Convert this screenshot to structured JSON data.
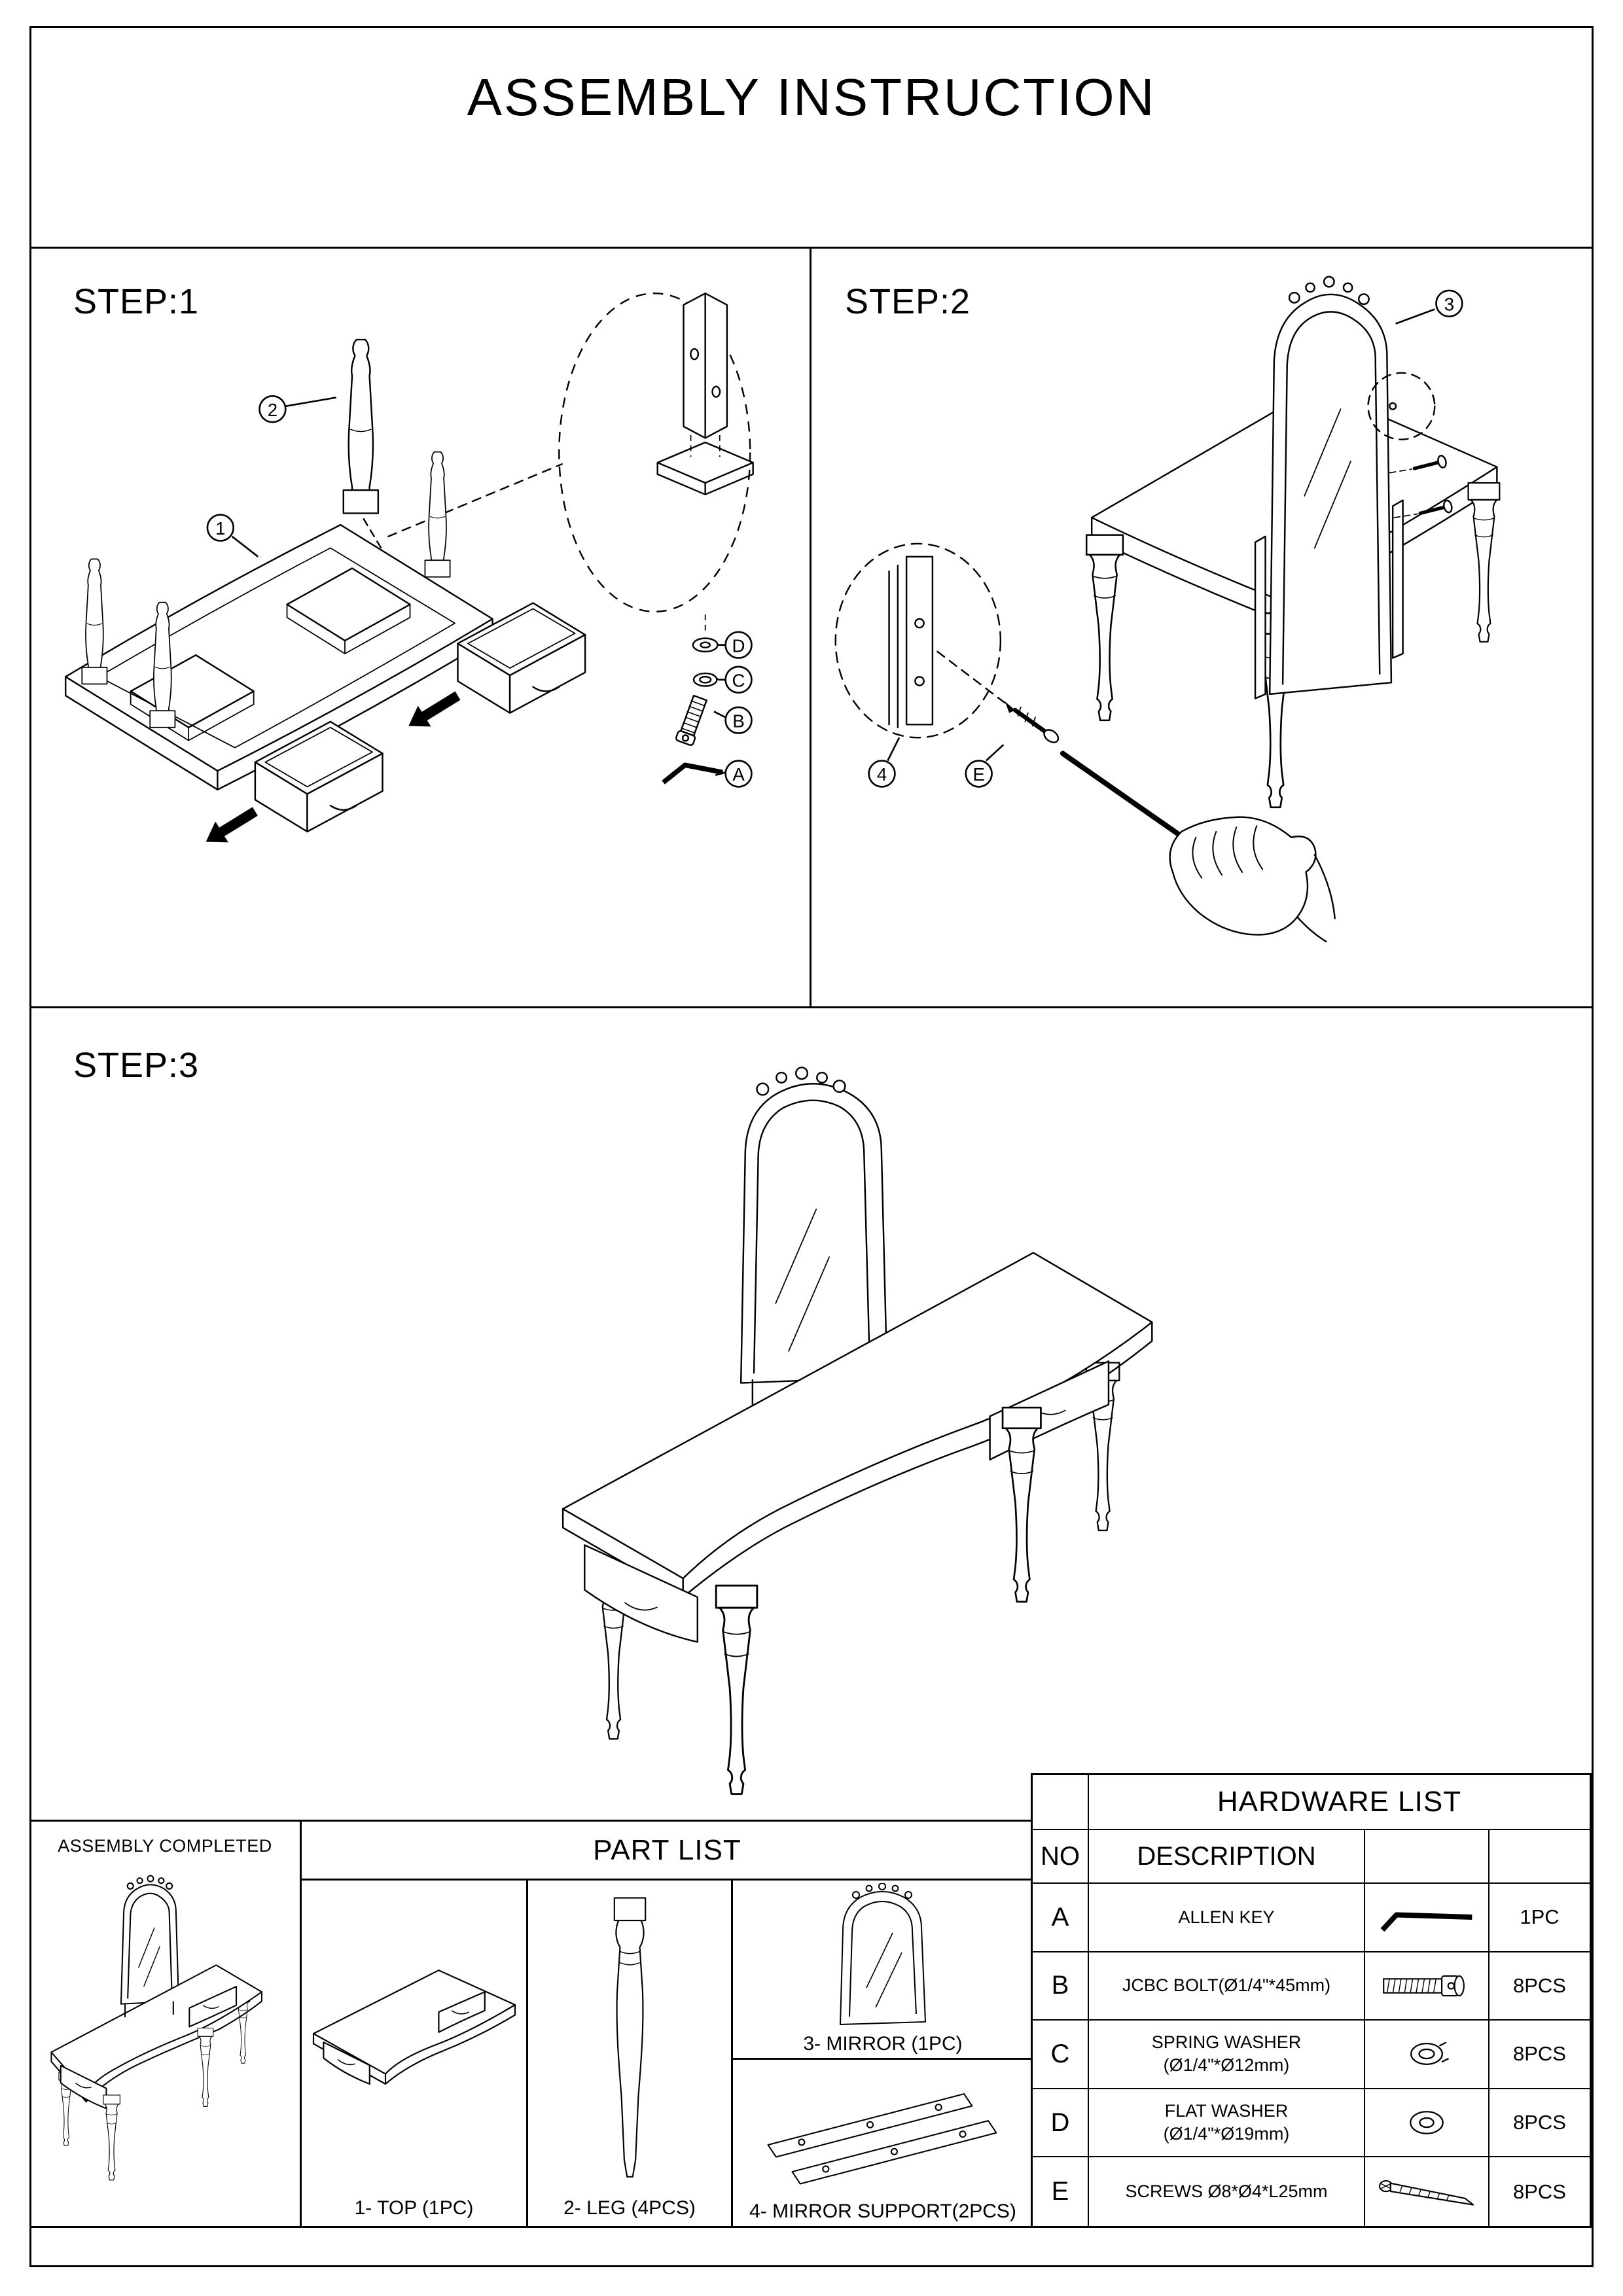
{
  "title": "ASSEMBLY INSTRUCTION",
  "colors": {
    "ink": "#000000",
    "paper": "#ffffff"
  },
  "steps": {
    "step1": {
      "label": "STEP:1",
      "callouts": {
        "part1": "1",
        "part2": "2",
        "hwA": "A",
        "hwB": "B",
        "hwC": "C",
        "hwD": "D"
      }
    },
    "step2": {
      "label": "STEP:2",
      "callouts": {
        "part3": "3",
        "part4": "4",
        "hwE": "E"
      }
    },
    "step3": {
      "label": "STEP:3"
    }
  },
  "assembly_completed_label": "ASSEMBLY COMPLETED",
  "part_list": {
    "title": "PART LIST",
    "parts": [
      {
        "label": "1- TOP (1PC)",
        "icon": "table-top-part"
      },
      {
        "label": "2- LEG (4PCS)",
        "icon": "leg-part"
      },
      {
        "label": "3- MIRROR (1PC)",
        "icon": "mirror-part"
      },
      {
        "label": "4- MIRROR SUPPORT(2PCS)",
        "icon": "mirror-support-part"
      }
    ]
  },
  "hardware_list": {
    "title": "HARDWARE LIST",
    "col_no": "NO",
    "col_description": "DESCRIPTION",
    "rows": [
      {
        "no": "A",
        "name": "ALLEN KEY",
        "spec": "",
        "qty": "1PC",
        "icon": "allen-key-icon"
      },
      {
        "no": "B",
        "name": "JCBC BOLT(Ø1/4\"*45mm)",
        "spec": "",
        "qty": "8PCS",
        "icon": "bolt-icon"
      },
      {
        "no": "C",
        "name": "SPRING WASHER",
        "spec": "(Ø1/4\"*Ø12mm)",
        "qty": "8PCS",
        "icon": "spring-washer-icon"
      },
      {
        "no": "D",
        "name": "FLAT WASHER",
        "spec": "(Ø1/4\"*Ø19mm)",
        "qty": "8PCS",
        "icon": "flat-washer-icon"
      },
      {
        "no": "E",
        "name": "SCREWS Ø8*Ø4*L25mm",
        "spec": "",
        "qty": "8PCS",
        "icon": "screw-icon"
      }
    ]
  }
}
